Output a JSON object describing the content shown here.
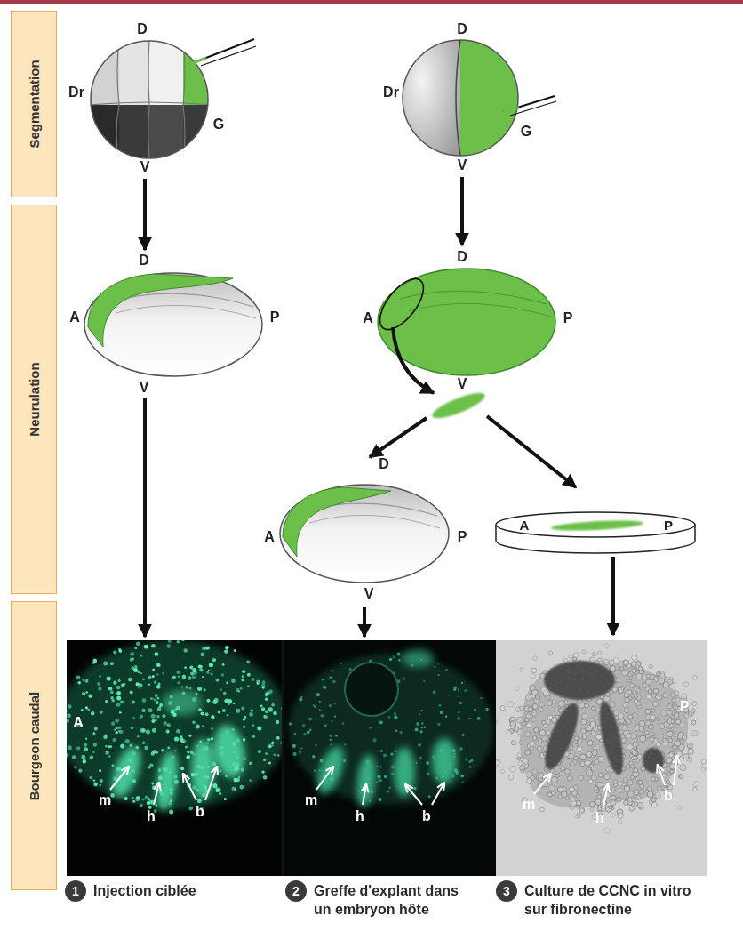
{
  "diagram": {
    "nodes": [
      {
        "text": [
          "Segmentation"
        ]
      },
      {
        "text": [
          "Neurulation"
        ]
      },
      {
        "text": [
          "Bourgeon caudal"
        ]
      },
      {
        "text": [
          "A",
          "m",
          "h",
          "b"
        ]
      },
      {
        "text": [
          "m",
          "h",
          "b"
        ]
      },
      {
        "text": [
          "P",
          "m",
          "h",
          "b"
        ]
      },
      {
        "text": [
          "1",
          "Injection ciblée"
        ]
      },
      {
        "text": [
          "2",
          "Greffe d'explant dans un embryon hôte"
        ]
      },
      {
        "text": [
          "3",
          "Culture de CCNC in vitro sur fibronectine"
        ]
      }
    ],
    "labels": [
      "D",
      "Dr",
      "G",
      "V",
      "D",
      "Dr",
      "G",
      "V",
      "D",
      "A",
      "P",
      "V",
      "D",
      "A",
      "P",
      "V",
      "D",
      "A",
      "P",
      "V",
      "A",
      "P"
    ]
  }
}
